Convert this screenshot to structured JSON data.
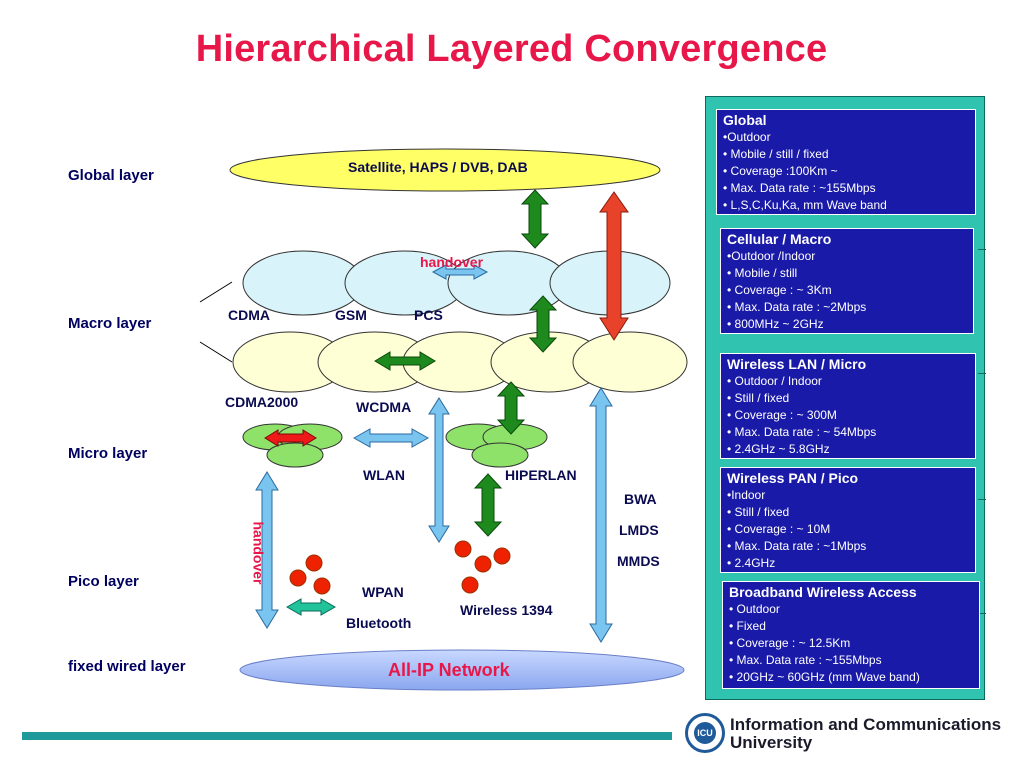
{
  "title": "Hierarchical Layered Convergence",
  "layers": {
    "global": "Global  layer",
    "macro": "Macro layer",
    "micro": "Micro layer",
    "pico": "Pico layer",
    "fixed": "fixed  wired  layer"
  },
  "diagram": {
    "satellite": "Satellite, HAPS / DVB, DAB",
    "handover_top": "handover",
    "handover_side": "handover",
    "cdma": "CDMA",
    "gsm": "GSM",
    "pcs": "PCS",
    "cdma2000": "CDMA2000",
    "wcdma": "WCDMA",
    "wlan": "WLAN",
    "hiperlan": "HIPERLAN",
    "bwa": "BWA",
    "lmds": "LMDS",
    "mmds": "MMDS",
    "wpan": "WPAN",
    "bluetooth": "Bluetooth",
    "wireless1394": "Wireless 1394",
    "allip": "All-IP Network"
  },
  "panels": [
    {
      "heading": "Global",
      "lines": [
        "•Outdoor",
        "• Mobile / still / fixed",
        "• Coverage  :100Km ~",
        "• Max. Data rate : ~155Mbps",
        "• L,S,C,Ku,Ka, mm Wave band"
      ]
    },
    {
      "heading": "Cellular / Macro",
      "lines": [
        "•Outdoor /Indoor",
        "• Mobile / still",
        "• Coverage  :  ~ 3Km",
        "• Max. Data rate : ~2Mbps",
        "• 800MHz  ~  2GHz"
      ]
    },
    {
      "heading": "Wireless LAN / Micro",
      "lines": [
        "• Outdoor / Indoor",
        "•  Still / fixed",
        "• Coverage  :  ~ 300M",
        "• Max. Data rate : ~ 54Mbps",
        "• 2.4GHz ~ 5.8GHz"
      ]
    },
    {
      "heading": "Wireless PAN / Pico",
      "lines": [
        "•Indoor",
        "• Still / fixed",
        "• Coverage  : ~ 10M",
        "• Max. Data rate : ~1Mbps",
        "• 2.4GHz"
      ]
    },
    {
      "heading": "Broadband Wireless Access",
      "lines": [
        "• Outdoor",
        "• Fixed",
        "• Coverage  :  ~ 12.5Km",
        "• Max. Data rate : ~155Mbps",
        "• 20GHz ~ 60GHz (mm Wave band)"
      ]
    }
  ],
  "footer": {
    "logo_text": "ICU",
    "university_line1": "Information and Communications",
    "university_line2": "University"
  }
}
